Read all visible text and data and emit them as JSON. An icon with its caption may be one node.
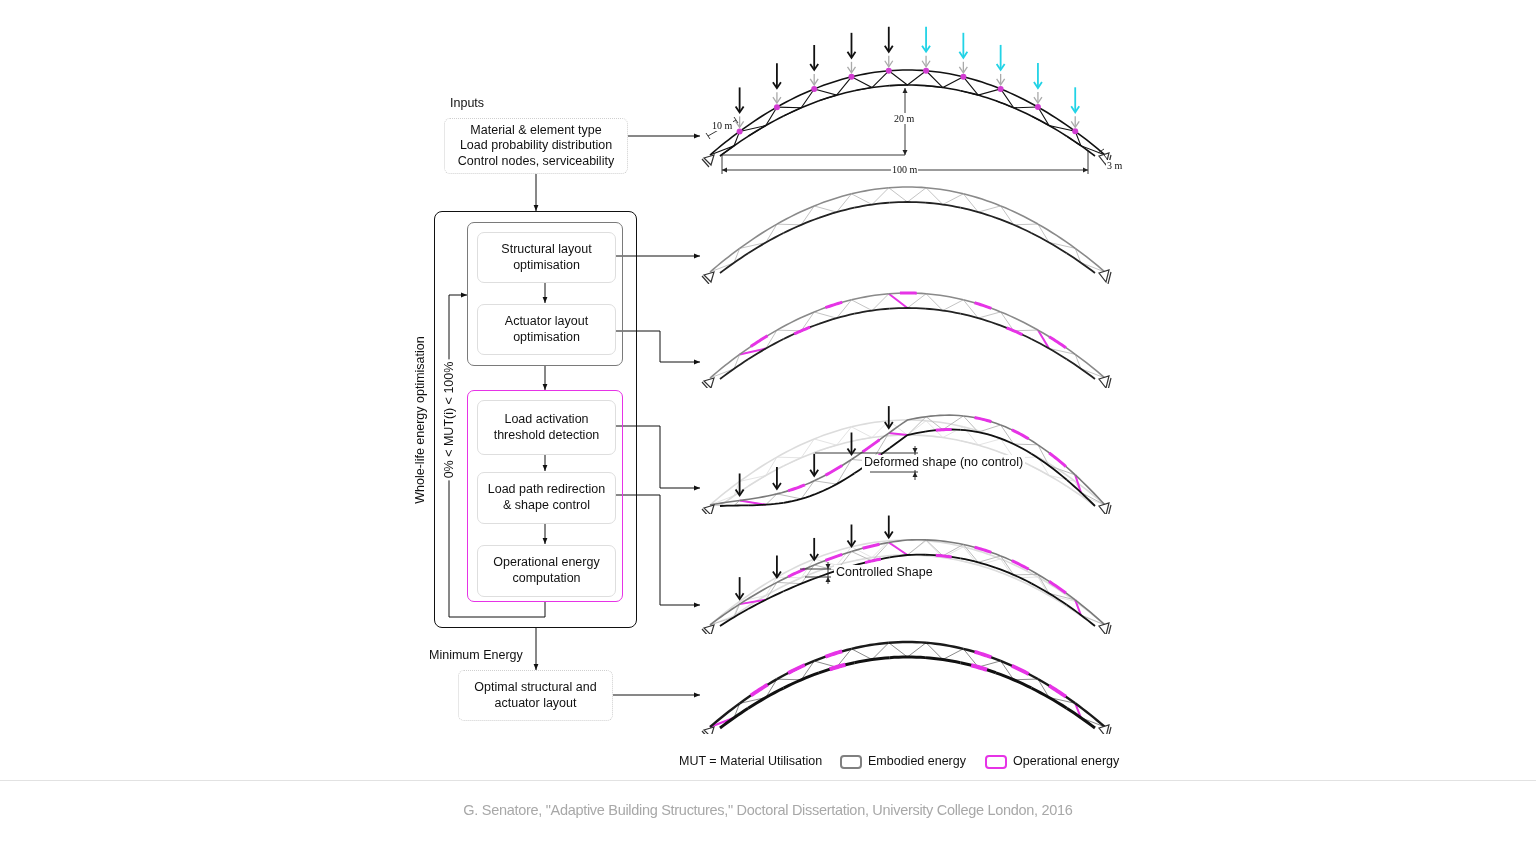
{
  "diagram": {
    "caption": "G. Senatore, \"Adaptive Building Structures,\" Doctoral Dissertation, University College London, 2016",
    "nodes": [
      {
        "text": [
          "Inputs",
          "Material & element type",
          "Load probability distribution",
          "Control nodes, serviceability"
        ]
      },
      {
        "text": [
          "Whole-life energy optimisation"
        ]
      },
      {
        "text": [],
        "shape": "box",
        "in": 1
      },
      {
        "text": [
          "Structural layout optimisation"
        ],
        "in": 2
      },
      {
        "text": [
          "Actuator layout optimisation"
        ],
        "in": 2
      },
      {
        "text": [],
        "shape": "box",
        "in": 1
      },
      {
        "text": [
          "Load activation threshold detection"
        ],
        "in": 5
      },
      {
        "text": [
          "Load path redirection & shape control"
        ],
        "in": 5
      },
      {
        "text": [
          "Operational energy computation"
        ],
        "in": 5
      },
      {
        "text": [
          "Optimal structural and actuator layout"
        ]
      },
      {
        "text": [],
        "shape": "picture"
      },
      {
        "text": [],
        "shape": "picture"
      },
      {
        "text": [],
        "shape": "picture"
      },
      {
        "text": [],
        "shape": "picture"
      },
      {
        "text": [],
        "shape": "picture"
      },
      {
        "text": [],
        "shape": "picture"
      }
    ],
    "edges": [
      {
        "from": 0,
        "to": 10,
        "arrow": "to"
      },
      {
        "from": 0,
        "to": 1,
        "arrow": "to"
      },
      {
        "from": 3,
        "to": 11,
        "arrow": "to"
      },
      {
        "from": 4,
        "to": 12,
        "arrow": "to"
      },
      {
        "from": 6,
        "to": 13,
        "arrow": "to"
      },
      {
        "from": 7,
        "to": 14,
        "arrow": "to"
      },
      {
        "from": 9,
        "to": 15,
        "arrow": "to"
      },
      {
        "from": 3,
        "to": 4,
        "arrow": "to"
      },
      {
        "from": 2,
        "to": 5,
        "arrow": "to"
      },
      {
        "from": 6,
        "to": 7,
        "arrow": "to"
      },
      {
        "from": 7,
        "to": 8,
        "arrow": "to"
      },
      {
        "from": 5,
        "to": 2,
        "arrow": "to",
        "label": "0% < MUT(i) < 100%"
      },
      {
        "from": 1,
        "to": 9,
        "arrow": "to",
        "label": "Minimum Energy"
      }
    ],
    "labels": [
      "20 m",
      "10 m",
      "3 m",
      "100 m",
      "Deformed shape (no control)",
      "Controlled Shape",
      "MUT = Material Utilisation"
    ],
    "legend": [
      {
        "text": "Embodied energy",
        "color": "#808080"
      },
      {
        "text": "Operational energy",
        "color": "#e633e6"
      }
    ]
  }
}
